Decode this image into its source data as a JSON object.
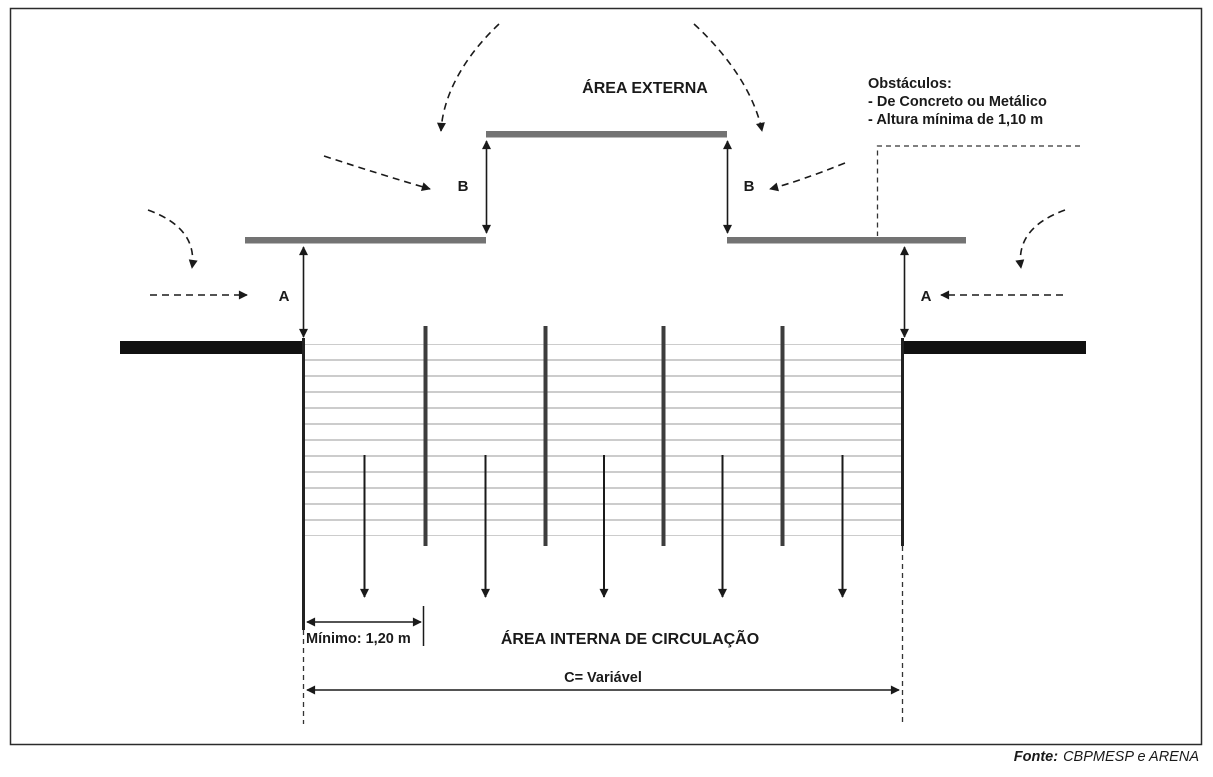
{
  "labels": {
    "area_externa": "ÁREA EXTERNA",
    "area_interna": "ÁREA INTERNA DE CIRCULAÇÃO"
  },
  "obstacles": {
    "title": "Obstáculos:",
    "items": [
      "- De Concreto ou Metálico",
      "- Altura mínima de 1,10 m"
    ]
  },
  "dimensions": {
    "a": "A",
    "b": "B",
    "minimo": "Mínimo: 1,20 m",
    "c_variavel": "C= Variável"
  },
  "source": {
    "label": "Fonte:",
    "text": "CBPMESP e ARENA"
  },
  "colors": {
    "roof_bar": "#737373",
    "wall": "#111111",
    "hatch_line": "#9a9a9a",
    "ink": "#1a1a1a"
  }
}
